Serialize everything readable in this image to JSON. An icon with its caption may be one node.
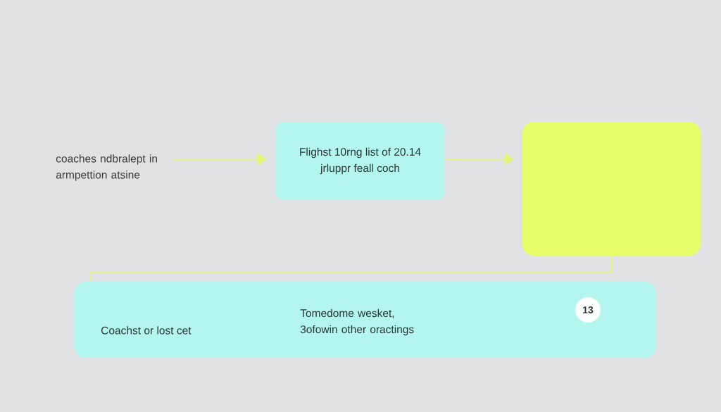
{
  "diagram": {
    "nodes": [
      {
        "text": [
          "coaches ndbralept in armpettion atsine"
        ]
      },
      {
        "text": [
          "Flighst 10rng list of 20.14 jrluppr feall coch"
        ]
      },
      {
        "text": [],
        "shape": "box"
      },
      {
        "text": [
          "Coachst or lost cet",
          "Tomedome wesket, 3ofowin other oractings"
        ]
      },
      {
        "text": [
          "13"
        ],
        "in": 3
      }
    ],
    "edges": [
      {
        "from": 0,
        "to": 1,
        "arrow": "to"
      },
      {
        "from": 1,
        "to": 2,
        "arrow": "to"
      },
      {
        "from": 2,
        "to": 3,
        "arrow": "none"
      }
    ]
  }
}
